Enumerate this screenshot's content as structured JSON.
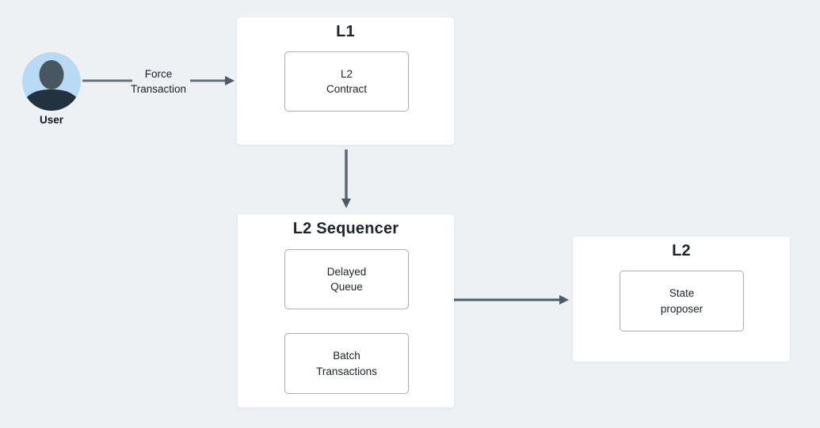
{
  "colors": {
    "background": "#edf1f4",
    "panel": "#ffffff",
    "node_border": "#a9aeb4",
    "arrow_line": "#5b6876",
    "arrow_head": "#4d5a69",
    "text": "#1b1f24",
    "title_text": "#1d242e",
    "avatar_circle": "#b9daf4",
    "avatar_head": "#47565f",
    "avatar_body": "#22323e"
  },
  "user": {
    "label": "User"
  },
  "edges": {
    "user_to_l1": {
      "line1": "Force",
      "line2": "Transaction"
    }
  },
  "panels": {
    "l1": {
      "title": "L1",
      "nodes": {
        "contract": {
          "line1": "L2",
          "line2": "Contract"
        }
      }
    },
    "sequencer": {
      "title": "L2 Sequencer",
      "nodes": {
        "delayed_queue": {
          "line1": "Delayed",
          "line2": "Queue"
        },
        "batch_transactions": {
          "line1": "Batch",
          "line2": "Transactions"
        }
      }
    },
    "l2": {
      "title": "L2",
      "nodes": {
        "state_proposer": {
          "line1": "State",
          "line2": "proposer"
        }
      }
    }
  }
}
